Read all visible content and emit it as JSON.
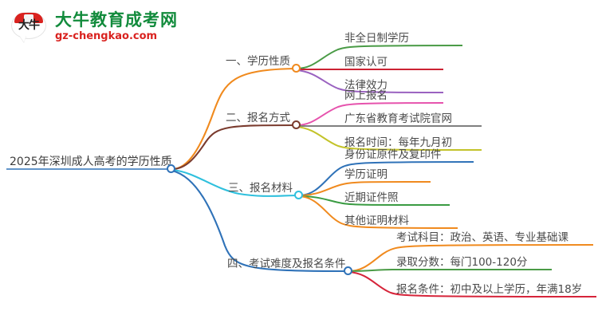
{
  "logo": {
    "mark_text": "大牛",
    "title": "大牛教育成考网",
    "domain": "gz-chengkao.com",
    "brand_green": "#128b3c",
    "brand_red": "#d9221f"
  },
  "mindmap": {
    "root": {
      "label": "2025年深圳成人高考的学历性质",
      "node_color": "#2f72b8"
    },
    "branches": [
      {
        "label": "一、学历性质",
        "node_color": "#f08a1e",
        "edge_color": "#f08a1e",
        "children": [
          {
            "label": "非全日制学历",
            "color": "#4a9b46"
          },
          {
            "label": "国家认可",
            "color": "#cc2233"
          },
          {
            "label": "法律效力",
            "color": "#9a62c0"
          }
        ]
      },
      {
        "label": "二、报名方式",
        "node_color": "#7a3b2e",
        "edge_color": "#7a3b2e",
        "children": [
          {
            "label": "网上报名",
            "color": "#e653ad"
          },
          {
            "label": "广东省教育考试院官网",
            "color": "#808080"
          },
          {
            "label": "报名时间：每年九月初",
            "color": "#c3c32a"
          }
        ]
      },
      {
        "label": "三、报名材料",
        "node_color": "#2fc0dd",
        "edge_color": "#2fc0dd",
        "children": [
          {
            "label": "身份证原件及复印件",
            "color": "#2f72b8"
          },
          {
            "label": "学历证明",
            "color": "#f08a1e"
          },
          {
            "label": "近期证件照",
            "color": "#3a9b42"
          },
          {
            "label": "其他证明材料",
            "color": "#f08a1e"
          }
        ]
      },
      {
        "label": "四、考试难度及报名条件",
        "node_color": "#2f72b8",
        "edge_color": "#2f72b8",
        "children": [
          {
            "label": "考试科目：政治、英语、专业基础课",
            "color": "#f08a1e"
          },
          {
            "label": "录取分数：每门100-120分",
            "color": "#4a9b46"
          },
          {
            "label": "报名条件：初中及以上学历，年满18岁",
            "color": "#d6243a"
          }
        ]
      }
    ]
  }
}
